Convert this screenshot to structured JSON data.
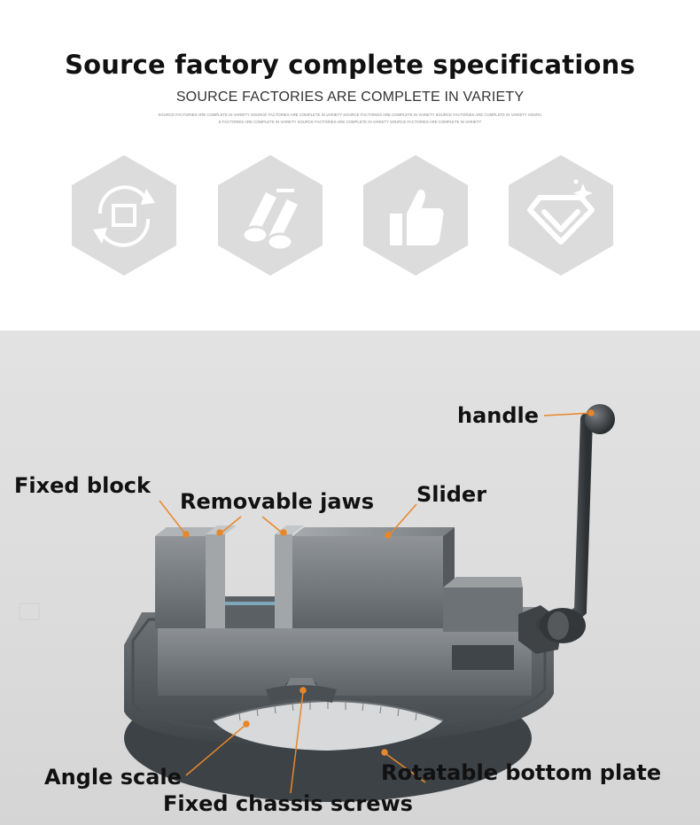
{
  "header": {
    "title": "Source factory complete specifications",
    "subtitle": "SOURCE FACTORIES ARE COMPLETE IN VARIETY",
    "fine_print_1": "SOURCE FACTORIES ARE COMPLETE IN VARIETY SOURCE FACTORIES ARE COMPLETE IN VARIETY SOURCE FACTORIES ARE COMPLETE IN VARIETY SOURCE FACTORIES ARE COMPLETE IN VARIETY SOURC",
    "fine_print_2": "E FACTORIES ARE COMPLETE IN VARIETY SOURCE FACTORIES ARE COMPLETE IN VARIETY SOURCE FACTORIES ARE COMPLETE IN VARIETY"
  },
  "features": [
    {
      "icon": "rotate-arrows-icon"
    },
    {
      "icon": "steel-bars-icon"
    },
    {
      "icon": "thumbs-up-icon"
    },
    {
      "icon": "diamond-icon"
    }
  ],
  "labels": {
    "handle": "handle",
    "fixed_block": "Fixed block",
    "removable_jaws": "Removable jaws",
    "slider": "Slider",
    "angle_scale": "Angle scale",
    "rotatable_bottom_plate": "Rotatable bottom plate",
    "fixed_chassis_screws": "Fixed chassis screws"
  },
  "colors": {
    "icon_hex": "#dcdcdc",
    "callout_dot": "#e8872a",
    "bottom_bg": "#dcdcdc"
  }
}
